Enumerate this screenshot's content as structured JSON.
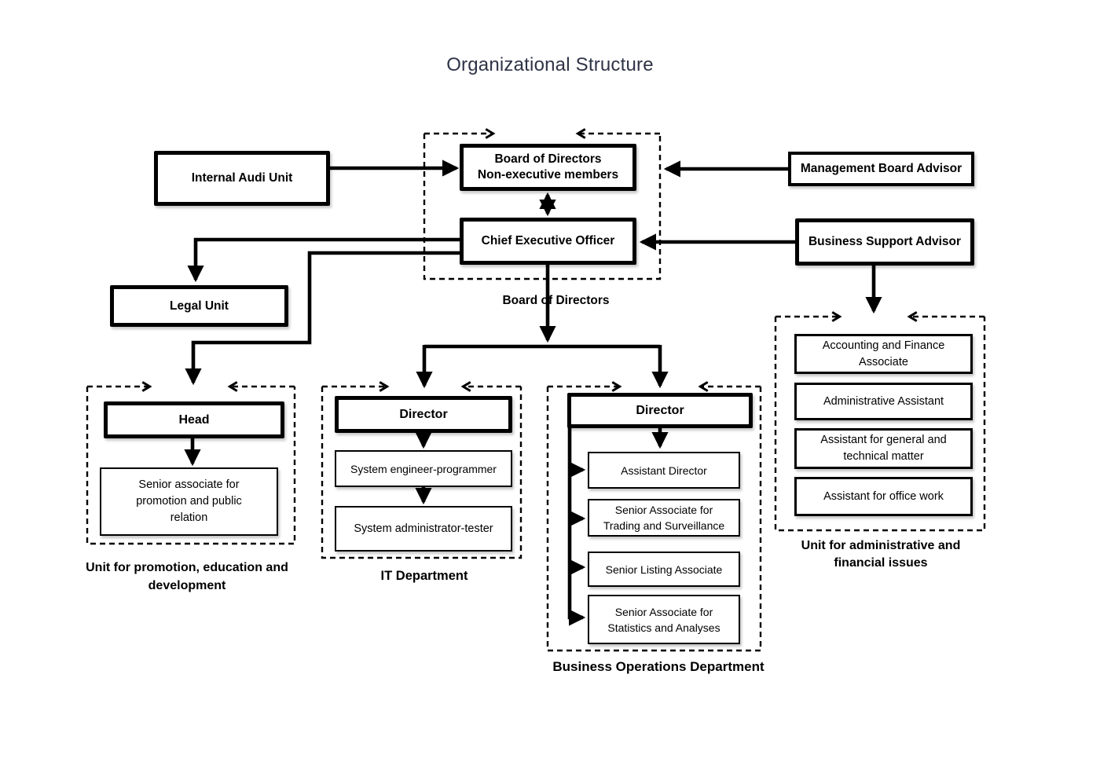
{
  "title": "Organizational Structure",
  "colors": {
    "title_text": "#2e3447",
    "diagram_ink": "#000000",
    "background": "#ffffff"
  },
  "executive": {
    "internal_audit_unit": "Internal Audi Unit",
    "board_of_directors": "Board of Directors\nNon-executive members",
    "management_board_advisor": "Management Board Advisor",
    "chief_executive_officer": "Chief Executive Officer",
    "business_support_advisor": "Business Support Advisor",
    "legal_unit": "Legal Unit",
    "board_group_caption": "Board of Directors"
  },
  "promotion_unit": {
    "head": "Head",
    "senior_associate": "Senior associate for\npromotion and public\nrelation",
    "caption": "Unit for promotion, education and\ndevelopment"
  },
  "it_department": {
    "director": "Director",
    "system_engineer": "System engineer-programmer",
    "system_administrator": "System administrator-tester",
    "caption": "IT Department"
  },
  "business_operations": {
    "director": "Director",
    "assistant_director": "Assistant Director",
    "trading_surveillance": "Senior Associate for\nTrading and Surveillance",
    "senior_listing": "Senior Listing  Associate",
    "statistics_analyses": "Senior Associate for\nStatistics and Analyses",
    "caption": "Business Operations Department"
  },
  "admin_financial_unit": {
    "accounting_finance": "Accounting and Finance\nAssociate",
    "administrative_assistant": "Administrative Assistant",
    "general_technical": "Assistant for general and\ntechnical matter",
    "office_work": "Assistant for office work",
    "caption": "Unit for administrative and\nfinancial issues"
  }
}
